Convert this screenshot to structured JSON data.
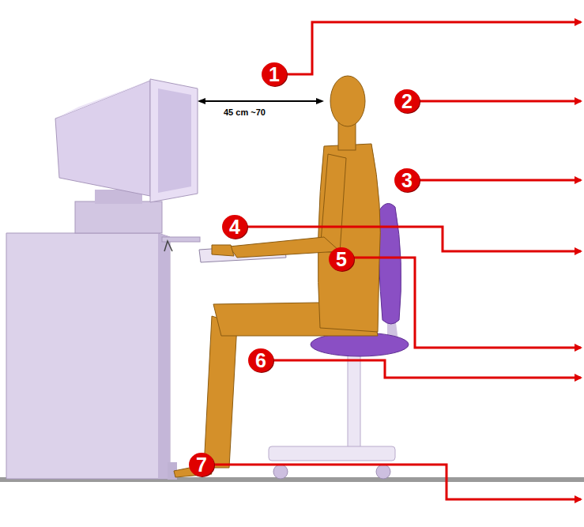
{
  "diagram": {
    "labels": [
      "1",
      "2",
      "3",
      "4",
      "5",
      "6",
      "7",
      "45 cm ~70"
    ]
  }
}
